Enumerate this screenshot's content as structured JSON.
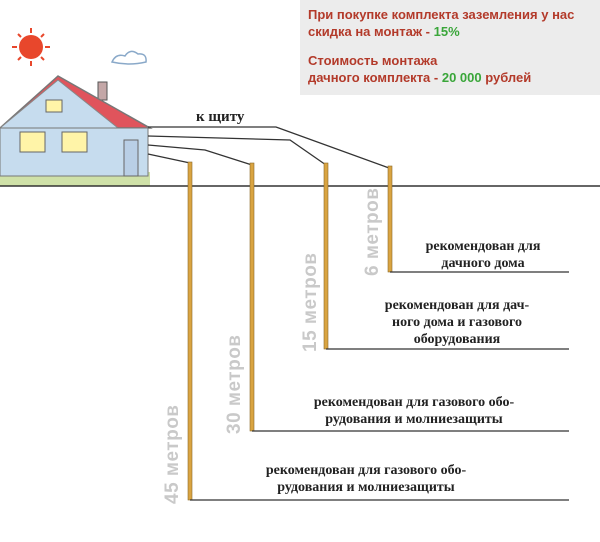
{
  "promo": {
    "discount_line1": "При покупке комплекта заземления у нас",
    "discount_line2_prefix": "скидка на монтаж - ",
    "discount_value": "15%",
    "cost_line1": "Стоимость монтажа",
    "cost_line2_prefix": "дачного комплекта - ",
    "cost_value": "20 000",
    "cost_suffix": " рублей"
  },
  "diagram": {
    "shield_label": "к щиту",
    "depths": [
      {
        "depth": "6 метров",
        "rec": [
          "рекомендован для",
          "дачного дома"
        ]
      },
      {
        "depth": "15 метров",
        "rec": [
          "рекомендован для дач-",
          "ного дома и газового",
          "оборудования"
        ]
      },
      {
        "depth": "30 метров",
        "rec": [
          "рекомендован для газового обо-",
          "рудования и молниезащиты"
        ]
      },
      {
        "depth": "45 метров",
        "rec": [
          "рекомендован для газового обо-",
          "рудования и молниезащиты"
        ]
      }
    ]
  },
  "colors": {
    "rod": "#d9a441",
    "promo_text": "#b33a2a",
    "accent_green": "#3aa63a",
    "promo_bg": "#ececec"
  }
}
